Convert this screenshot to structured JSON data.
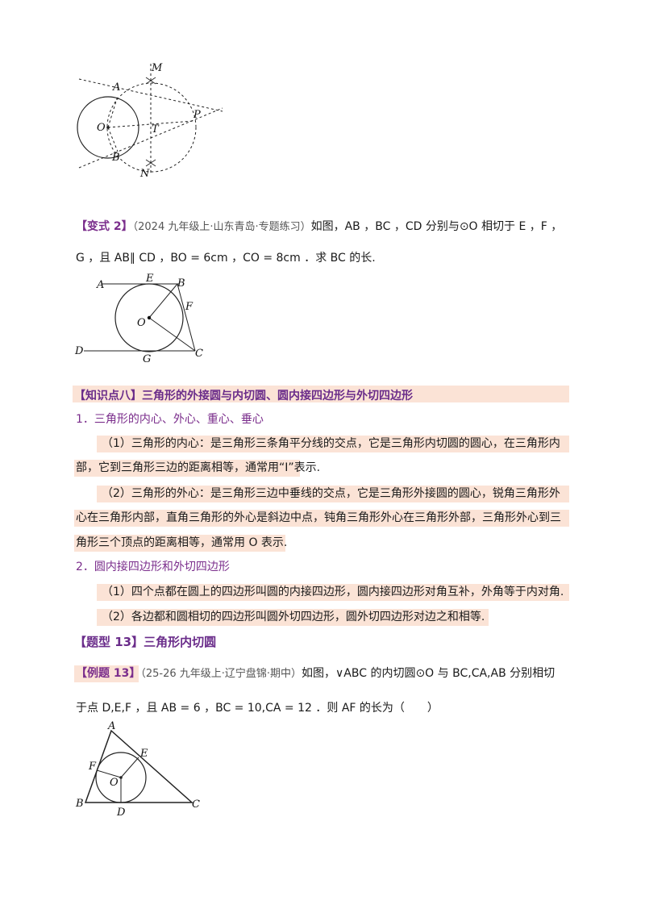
{
  "variant2": {
    "tag": "【变式 2】",
    "source": "（2024 九年级上·山东青岛·专题练习）",
    "line1": "如图，AB ，BC ，CD 分别与⊙O 相切于 E ，F ，",
    "line2": "G ，且 AB∥ CD ，BO = 6cm ，CO = 8cm ．求 BC 的长."
  },
  "kp8": {
    "title": "【知识点八】三角形的外接圆与内切圆、圆内接四边形与外切四边形",
    "s1": "1．三角形的内心、外心、重心、垂心",
    "p1a": "（1）三角形的内心：是三角形三条角平分线的交点，它是三角形内切圆的圆心，在三角形内",
    "p1b": "部，它到三角形三边的距离相等，通常用“I”表示.",
    "p2a": "（2）三角形的外心：是三角形三边中垂线的交点，它是三角形外接圆的圆心，锐角三角形外",
    "p2b": "心在三角形内部，直角三角形的外心是斜边中点，钝角三角形外心在三角形外部，三角形外心到三",
    "p2c": "角形三个顶点的距离相等，通常用 O 表示.",
    "s2": "2．圆内接四边形和外切四边形",
    "q1": "（1）四个点都在圆上的四边形叫圆的内接四边形，圆内接四边形对角互补，外角等于内对角.",
    "q2": "（2）各边都和圆相切的四边形叫圆外切四边形，圆外切四边形对边之和相等."
  },
  "type13": {
    "title": "【题型 13】三角形内切圆"
  },
  "example13": {
    "tag": "【例题 13】",
    "source": "（25-26 九年级上·辽宁盘锦·期中）",
    "line1": "如图，∨ABC 的内切圆⊙O 与 BC,CA,AB 分别相切",
    "line2": "于点 D,E,F ，且 AB = 6 ，BC = 10,CA = 12 ．则 AF 的长为（　　）"
  },
  "fig1_labels": {
    "M": "M",
    "A": "A",
    "O": "O",
    "T": "T",
    "P": "P",
    "B": "B",
    "N": "N"
  },
  "fig2_labels": {
    "A": "A",
    "E": "E",
    "B": "B",
    "F": "F",
    "O": "O",
    "D": "D",
    "G": "G",
    "C": "C"
  },
  "fig3_labels": {
    "A": "A",
    "E": "E",
    "F": "F",
    "O": "O",
    "B": "B",
    "D": "D",
    "C": "C"
  },
  "colors": {
    "accent_purple": "#7b2e8c",
    "band_peach": "#fbe3d6"
  }
}
